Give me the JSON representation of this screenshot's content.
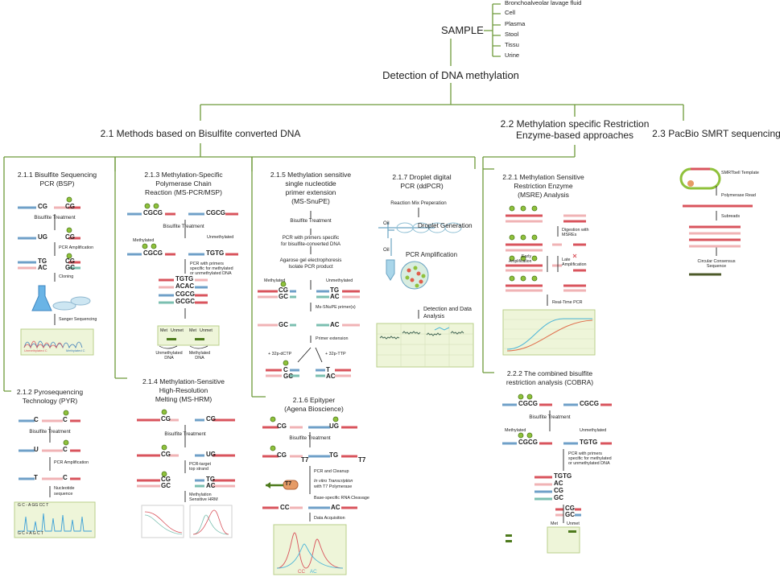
{
  "root": {
    "sample": "SAMPLE",
    "main_title": "Detection of DNA methylation"
  },
  "sample_types": [
    "Bronchoalveolar lavage fluid",
    "Cell",
    "Plasma",
    "Stool",
    "Tissu",
    "Urine"
  ],
  "categories": {
    "bisulfite": "2.1 Methods based on Bisulfite converted DNA",
    "restriction_line1": "2.2 Methylation specific Restriction",
    "restriction_line2": "Enzyme-based approaches",
    "pacbio": "2.3 PacBio SMRT sequencing"
  },
  "methods": {
    "bsp": {
      "title1": "2.1.1 Bisulfite Sequencing",
      "title2": "PCR (BSP)",
      "s1": "Bisulfite Treatment",
      "s2": "PCR Amplification",
      "s3": "Cloning",
      "s4": "Sanger Sequencing",
      "legend_unmethylated": "Unmethylated C",
      "legend_methylated": "Methylated C"
    },
    "pyr": {
      "title1": "2.1.2 Pyrosequencing",
      "title2": "Technology (PYR)",
      "s1": "Bisulfite Treatment",
      "s2": "PCR Amplification",
      "s3a": "Nucleotide",
      "s3b": "sequence",
      "top_bases": "G C - A GG CC T",
      "bottom_bases": "G C + A G C T"
    },
    "mspcr": {
      "title1": "2.1.3 Methylation-Specific",
      "title2": "Polymerase Chain",
      "title3": "Reaction (MS-PCR/MSP)",
      "s1": "Bisulfite Treatment",
      "lbl_meth": "Methylated",
      "lbl_unmeth": "Unmethylated",
      "s2a": "PCR with primers",
      "s2b": "specific for methylated",
      "s2c": "or unmethylated DNA",
      "met": "Met",
      "unmet": "Unmet",
      "unm_dna1": "Unmethylated",
      "unm_dna2": "DNA",
      "met_dna1": "Methylated",
      "met_dna2": "DNA"
    },
    "mshrm": {
      "title1": "2.1.4 Methylation-Sensitive",
      "title2": "High-Resolution",
      "title3": "Melting (MS-HRM)",
      "s1": "Bisulfite Treatment",
      "s2a": "PCR-target",
      "s2b": "top strand",
      "s3a": "Methylation",
      "s3b": "Sensitive HRM"
    },
    "snupe": {
      "title1": "2.1.5 Methylation sensitive",
      "title2": "single nucleotide",
      "title3": "primer extension",
      "title4": "(MS-SnuPE)",
      "s1": "Bisulfite Treatment",
      "s2a": "PCR with primers specific",
      "s2b": "for bisulfite-converted DNA",
      "s3a": "Agarose gel electrophoresis",
      "s3b": "Isolate PCR product",
      "lbl_meth": "Methylated",
      "lbl_unmeth": "Unmethylated",
      "s4": "Ms-SNuPE primer(s)",
      "s5": "Primer extension",
      "dctp": "+ 32p-dCTP",
      "dttp": "+ 32p-TTP"
    },
    "epityper": {
      "title1": "2.1.6 Epityper",
      "title2": "(Agena Bioscience)",
      "s1": "Bisulfite Treatment",
      "s2": "PCR and Cleanup",
      "s3a": "In vitro Transcription",
      "s3b": "with T7 Polymerase",
      "s4": "Base-specific RNA Cleavage",
      "s5": "Data Acquisition",
      "t7": "T7",
      "cc": "CC",
      "ac": "AC"
    },
    "ddpcr": {
      "title1": "2.1.7 Droplet digital",
      "title2": "PCR (ddPCR)",
      "s1": "Reaction Mix Preperation",
      "oil": "Oil",
      "s2": "Droplet Generation",
      "s3": "PCR Amplification",
      "s4a": "Detection and Data",
      "s4b": "Analysis"
    },
    "msre": {
      "title1": "2.2.1 Methylation Sensitive",
      "title2": "Restriction Enzyme",
      "title3": "(MSRE) Analysis",
      "s1a": "Digestion with",
      "s1b": "MSREs",
      "early1": "Early",
      "early2": "Amplification",
      "late1": "Late",
      "late2": "Amplification",
      "s2": "Real-Time PCR"
    },
    "cobra": {
      "title1": "2.2.2 The combined bisulfite",
      "title2": "restriction analysis (COBRA)",
      "s1": "Bisulfite Treatment",
      "lbl_meth": "Methylated",
      "lbl_unmeth": "Unmethylated",
      "s2a": "PCR with primers",
      "s2b": "specific for methylated",
      "s2c": "or unmethylated DNA",
      "met": "Met",
      "unmet": "Unmet"
    },
    "pacbio": {
      "s1": "SMRTbell Template",
      "s2": "Polymerase Read",
      "s3": "Subreads",
      "s4a": "Circular Consensus",
      "s4b": "Sequence"
    }
  },
  "colors": {
    "tree": "#6e9a3a",
    "strand_red": "#d9545d",
    "strand_pink": "#f0b3b5",
    "strand_blue": "#6fa0c8",
    "strand_teal": "#7bbfb0",
    "methyl": "#8fc13b",
    "panel_bg": "#eef5d9"
  }
}
